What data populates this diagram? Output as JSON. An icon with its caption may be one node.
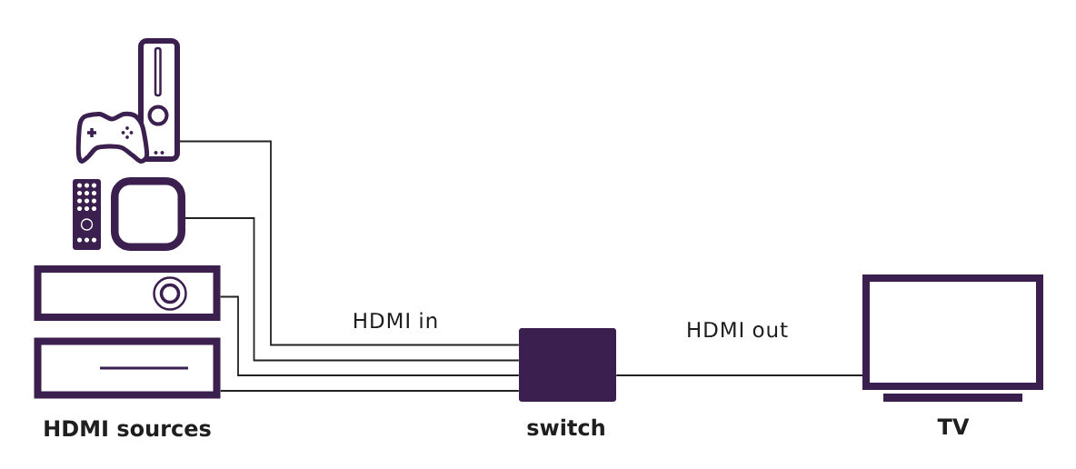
{
  "diagram": {
    "nodes": [
      {
        "text": [],
        "shape": "picture"
      },
      {
        "text": [],
        "shape": "box"
      },
      {
        "text": [],
        "shape": "picture"
      },
      {
        "text": [],
        "shape": "picture"
      },
      {
        "text": [
          "switch"
        ]
      },
      {
        "text": [
          "TV"
        ]
      }
    ],
    "edges": [
      {
        "from": 0,
        "to": 4,
        "arrow": "none",
        "label": "HDMI in"
      },
      {
        "from": 1,
        "to": 4,
        "arrow": "none"
      },
      {
        "from": 2,
        "to": 4,
        "arrow": "none"
      },
      {
        "from": 3,
        "to": 4,
        "arrow": "none"
      },
      {
        "from": 4,
        "to": 5,
        "arrow": "none",
        "label": "HDMI out"
      }
    ],
    "labels": [
      "HDMI sources"
    ]
  }
}
